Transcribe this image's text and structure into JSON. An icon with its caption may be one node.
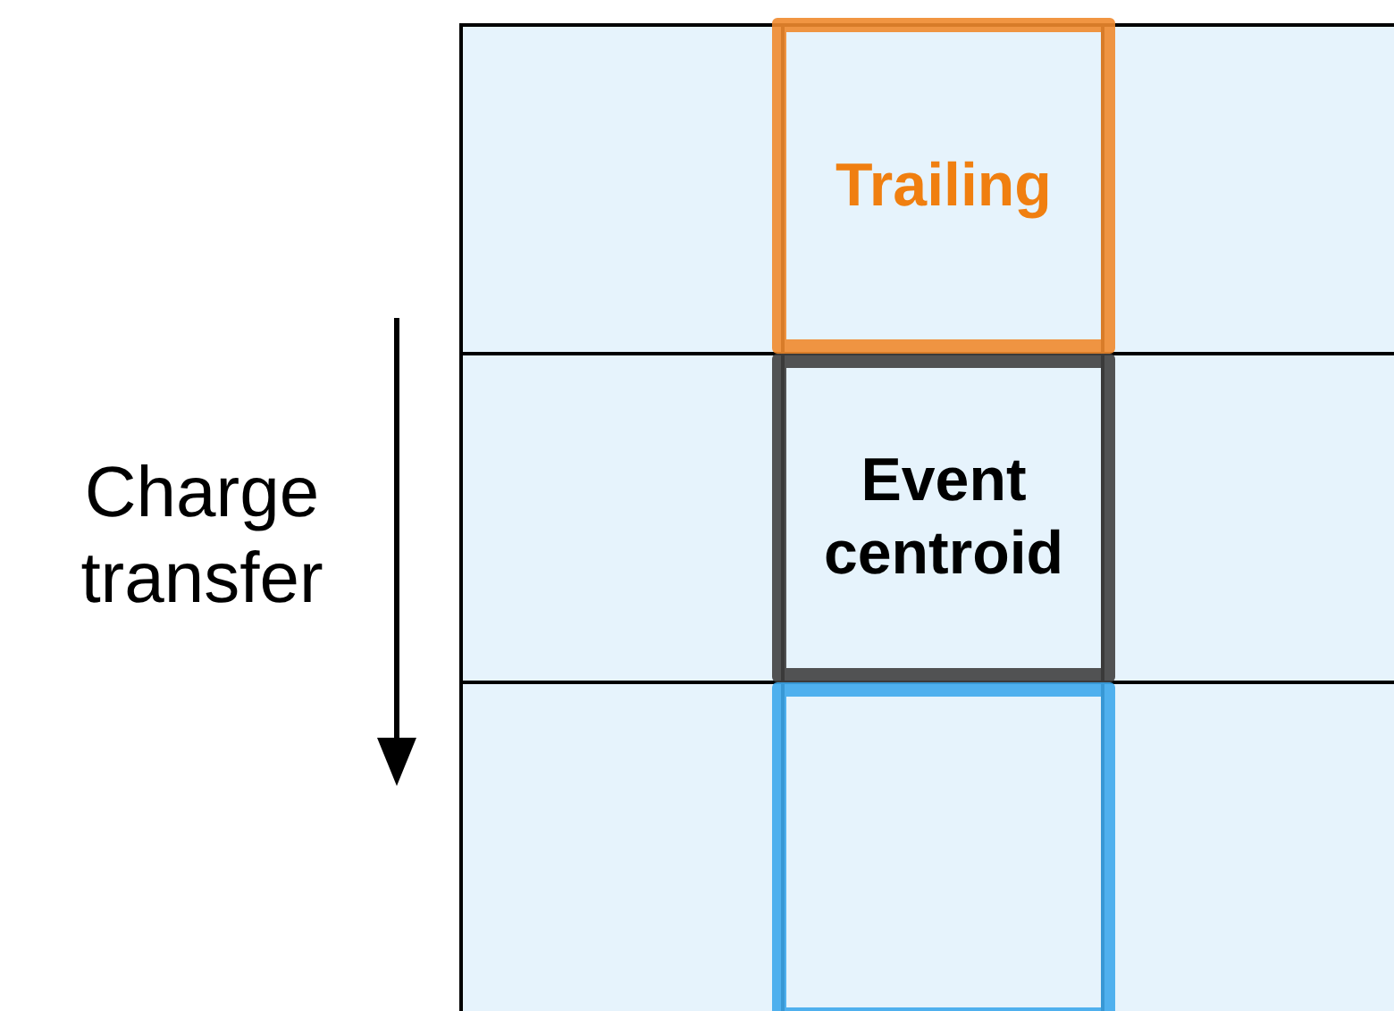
{
  "diagram": {
    "nodes": [
      {
        "text": [
          "Trailing"
        ]
      },
      {
        "text": [
          "Event centroid"
        ]
      },
      {
        "text": [],
        "shape": "box"
      }
    ],
    "labels": [
      "Charge transfer"
    ]
  }
}
